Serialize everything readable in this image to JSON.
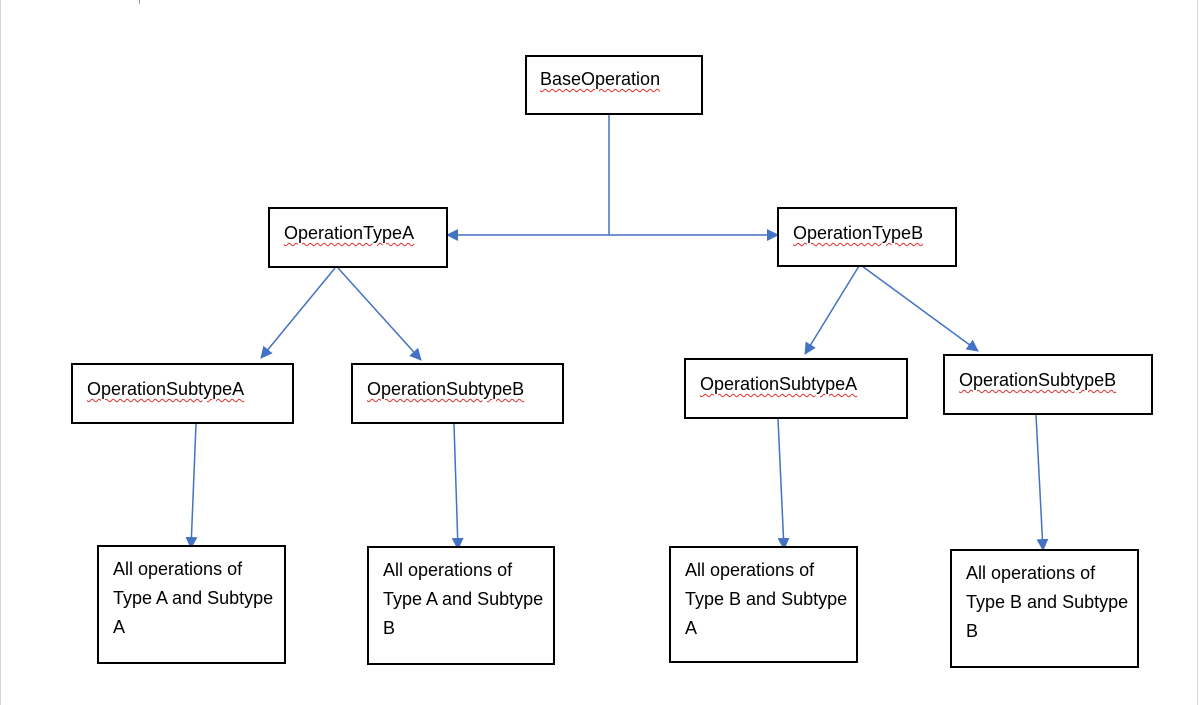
{
  "diagram": {
    "root": {
      "label": "BaseOperation"
    },
    "types": [
      {
        "label": "OperationTypeA",
        "subtypes": [
          {
            "label": "OperationSubtypeA",
            "leaf": "All operations of Type A and Subtype A"
          },
          {
            "label": "OperationSubtypeB",
            "leaf": "All operations of Type A and Subtype B"
          }
        ]
      },
      {
        "label": "OperationTypeB",
        "subtypes": [
          {
            "label": "OperationSubtypeA",
            "leaf": "All operations of Type B and Subtype A"
          },
          {
            "label": "OperationSubtypeB",
            "leaf": "All operations of Type B and Subtype B"
          }
        ]
      }
    ],
    "colors": {
      "connector": "#4472C4",
      "box_border": "#000000",
      "spellcheck_underline": "#E03030"
    }
  }
}
